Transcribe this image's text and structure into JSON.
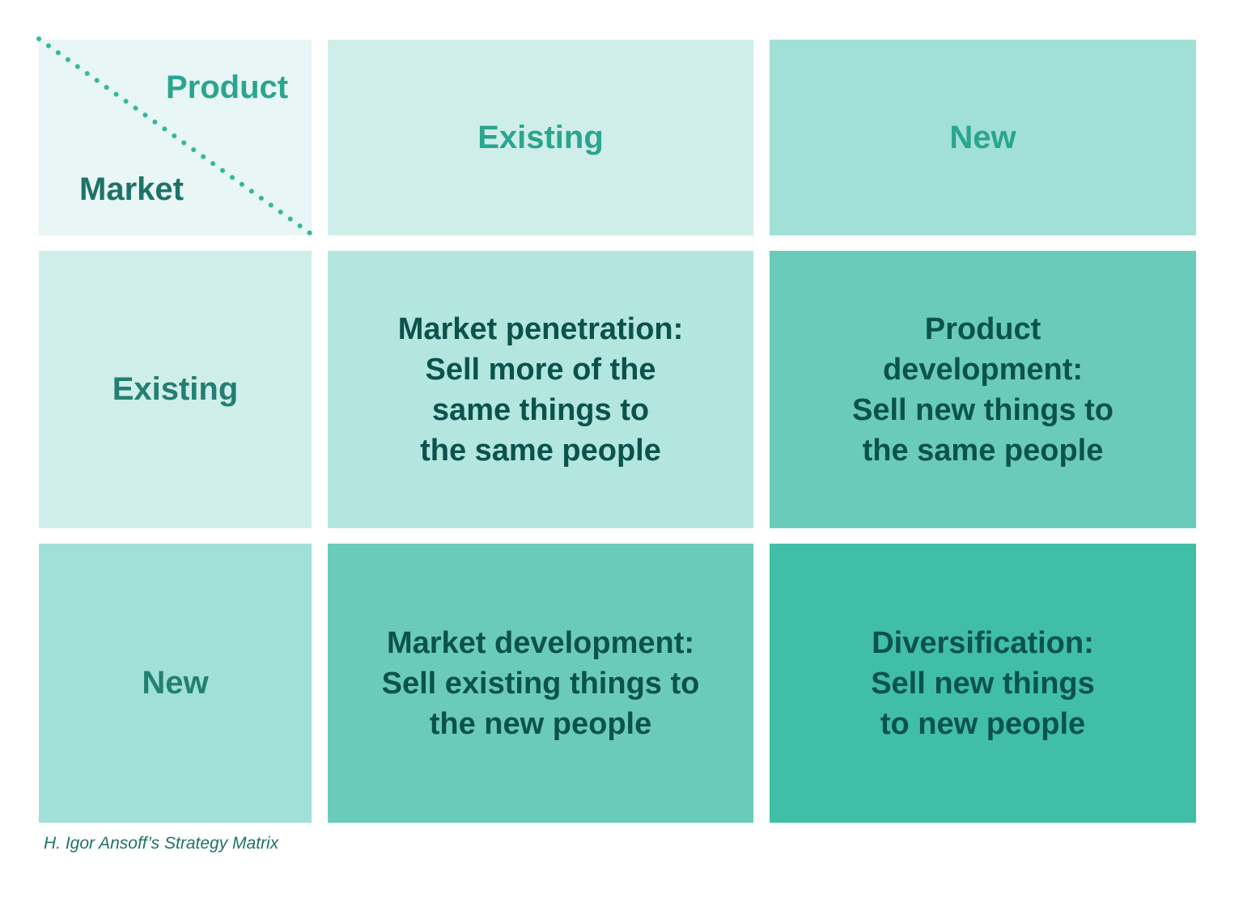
{
  "corner": {
    "product_label": "Product",
    "market_label": "Market"
  },
  "columns": [
    {
      "label": "Existing",
      "color": "#d0eee9"
    },
    {
      "label": "New",
      "color": "#a1e0d6"
    }
  ],
  "rows": [
    {
      "label": "Existing",
      "color": "#d0eee9"
    },
    {
      "label": "New",
      "color": "#a1e0d6"
    }
  ],
  "cells": [
    {
      "title": "Market penetration:",
      "text": "Market penetration:\nSell more of the\nsame things to\nthe same people",
      "color": "#b3e6de"
    },
    {
      "title": "Product development:",
      "text": "Product\ndevelopment:\nSell new things to\nthe same people",
      "color": "#6bcbba"
    },
    {
      "title": "Market development:",
      "text": "Market development:\nSell existing things to\nthe new people",
      "color": "#6bcbba"
    },
    {
      "title": "Diversification:",
      "text": "Diversification:\nSell new things\nto new people",
      "color": "#40bea6"
    }
  ],
  "caption": "H. Igor Ansoff’s Strategy Matrix",
  "colors": {
    "dots": "#35b89f",
    "corner_bg": "#e8f6f5"
  }
}
